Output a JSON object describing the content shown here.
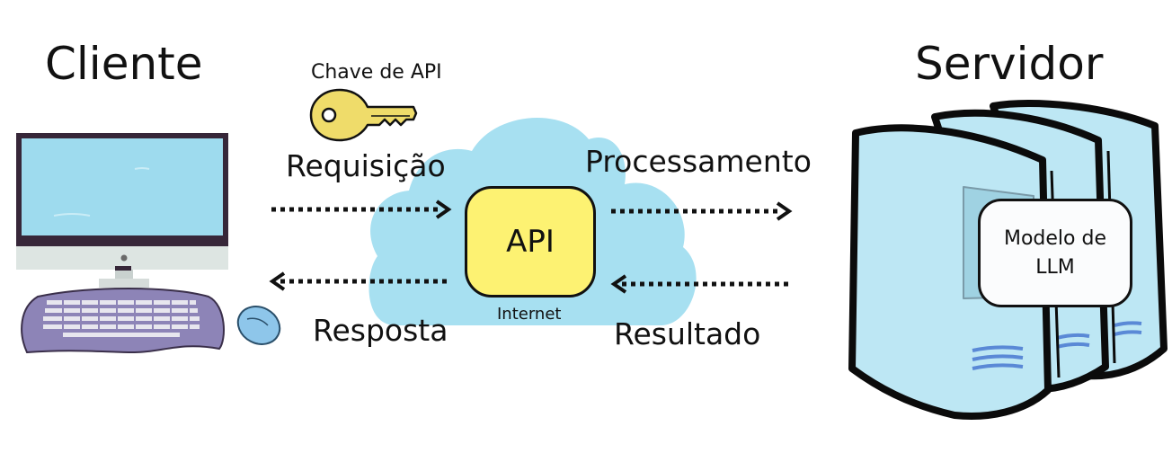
{
  "labels": {
    "client": "Cliente",
    "server": "Servidor",
    "api_key": "Chave de API",
    "request": "Requisição",
    "processing": "Processamento",
    "response": "Resposta",
    "result": "Resultado",
    "api": "API",
    "internet": "Internet",
    "model_line1": "Modelo de",
    "model_line2": "LLM"
  },
  "colors": {
    "cloud": "#a7e0f1",
    "api_box": "#fdf272",
    "key": "#efdc6a",
    "screen": "#9edbee",
    "monitor_frame": "#372739",
    "keyboard": "#8d84b7",
    "mouse": "#8ec6ea",
    "server": "#bde7f4",
    "model_box": "#fbfcfd"
  },
  "icons": [
    "desktop-computer-icon",
    "key-icon",
    "cloud-icon",
    "server-rack-icon"
  ]
}
